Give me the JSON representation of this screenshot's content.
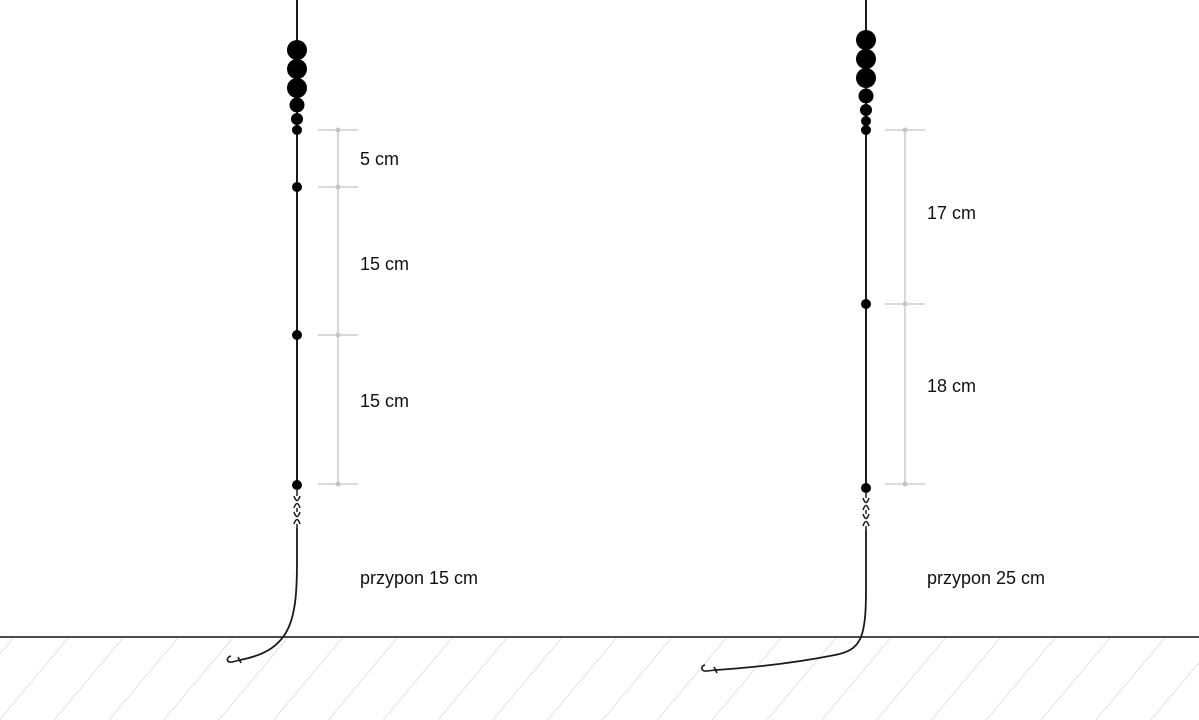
{
  "colors": {
    "line": "#1a1a1a",
    "measure": "#c4c4c4",
    "hatch": "#cfcfcf",
    "ground": "#111111",
    "text": "#111111"
  },
  "rig_left": {
    "distance_labels": [
      "5 cm",
      "15 cm",
      "15 cm"
    ],
    "leader_label": "przypon 15 cm"
  },
  "rig_right": {
    "distance_labels": [
      "17 cm",
      "18 cm"
    ],
    "leader_label": "przypon 25 cm"
  }
}
